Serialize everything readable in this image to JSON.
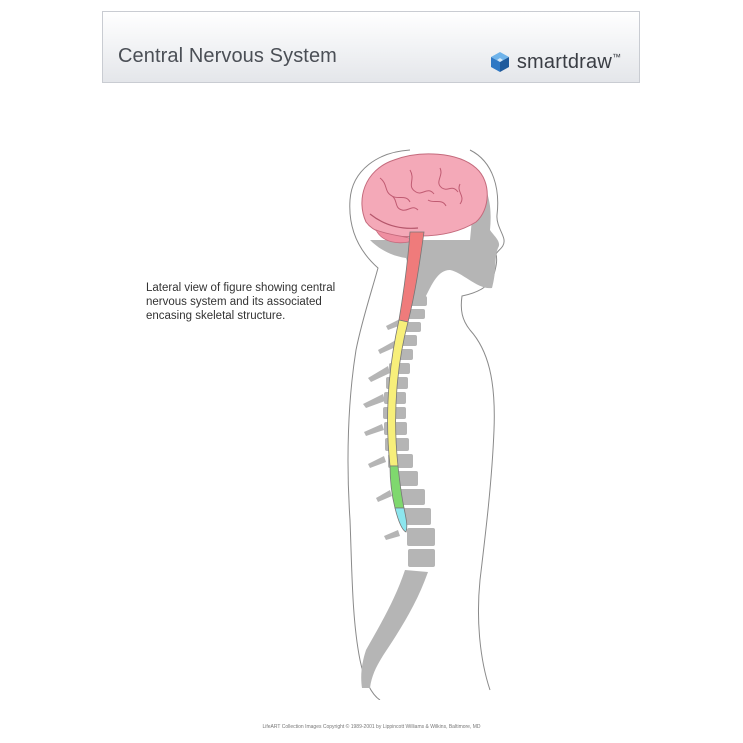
{
  "header": {
    "title": "Central Nervous System",
    "brand": "smartdraw",
    "brand_tm": "™"
  },
  "caption": "Lateral view of figure showing central nervous system and its associated encasing skeletal structure.",
  "footer": "LifeART Collection Images Copyright © 1989-2001 by Lippincott Williams & Wilkins, Baltimore, MD",
  "colors": {
    "brain": "#f4a9b8",
    "brainstem": "#ef7b7b",
    "cervical_cord": "#ef7b7b",
    "thoracic_cord": "#f7ef7a",
    "lumbar_cord": "#7fd86e",
    "sacral_cord": "#8ce6ee",
    "bone": "#b5b5b5",
    "brand_blue": "#2f78c4"
  },
  "icons": [
    "smartdraw-logo-icon"
  ]
}
